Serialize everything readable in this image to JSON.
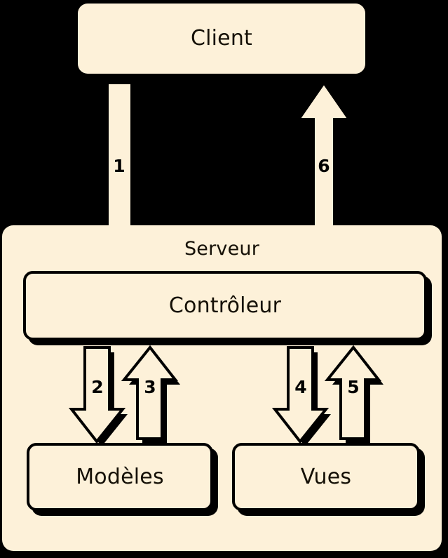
{
  "diagram": {
    "title_nodes": {
      "client": "Client",
      "server": "Serveur",
      "controller": "Contrôleur",
      "models": "Modèles",
      "views": "Vues"
    },
    "arrows": [
      {
        "id": "arrow-1",
        "label": "1",
        "direction": "down",
        "from": "Client",
        "to": "Contrôleur"
      },
      {
        "id": "arrow-2",
        "label": "2",
        "direction": "down",
        "from": "Contrôleur",
        "to": "Modèles"
      },
      {
        "id": "arrow-3",
        "label": "3",
        "direction": "up",
        "from": "Modèles",
        "to": "Contrôleur"
      },
      {
        "id": "arrow-4",
        "label": "4",
        "direction": "down",
        "from": "Contrôleur",
        "to": "Vues"
      },
      {
        "id": "arrow-5",
        "label": "5",
        "direction": "up",
        "from": "Vues",
        "to": "Contrôleur"
      },
      {
        "id": "arrow-6",
        "label": "6",
        "direction": "up",
        "from": "Contrôleur",
        "to": "Client"
      }
    ],
    "colors": {
      "background": "#000000",
      "node_fill": "#FDF1D9",
      "stroke": "#000000",
      "text": "#151006",
      "shadow": "#000000"
    }
  }
}
